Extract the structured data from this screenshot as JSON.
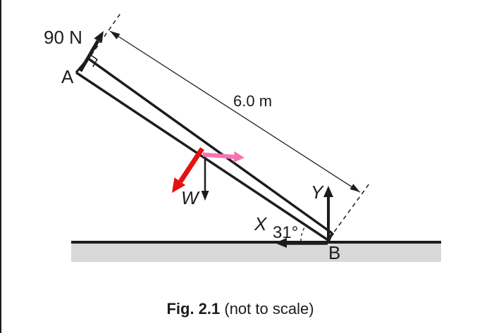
{
  "figure": {
    "point_labels": {
      "a": "A",
      "b": "B"
    },
    "force_labels": {
      "applied": "90 N",
      "weight": "W",
      "vertical_component": "Y",
      "horizontal_component": "X"
    },
    "dimension_label": "6.0 m",
    "angle_label": "31°",
    "caption": {
      "title": "Fig. 2.1",
      "note": " (not to scale)"
    },
    "colors": {
      "ink": "#1c1c1c",
      "weight_arrow": "#e31111",
      "horizontal_arrow": "#f773b4",
      "ground": "#d8d8d8"
    }
  }
}
